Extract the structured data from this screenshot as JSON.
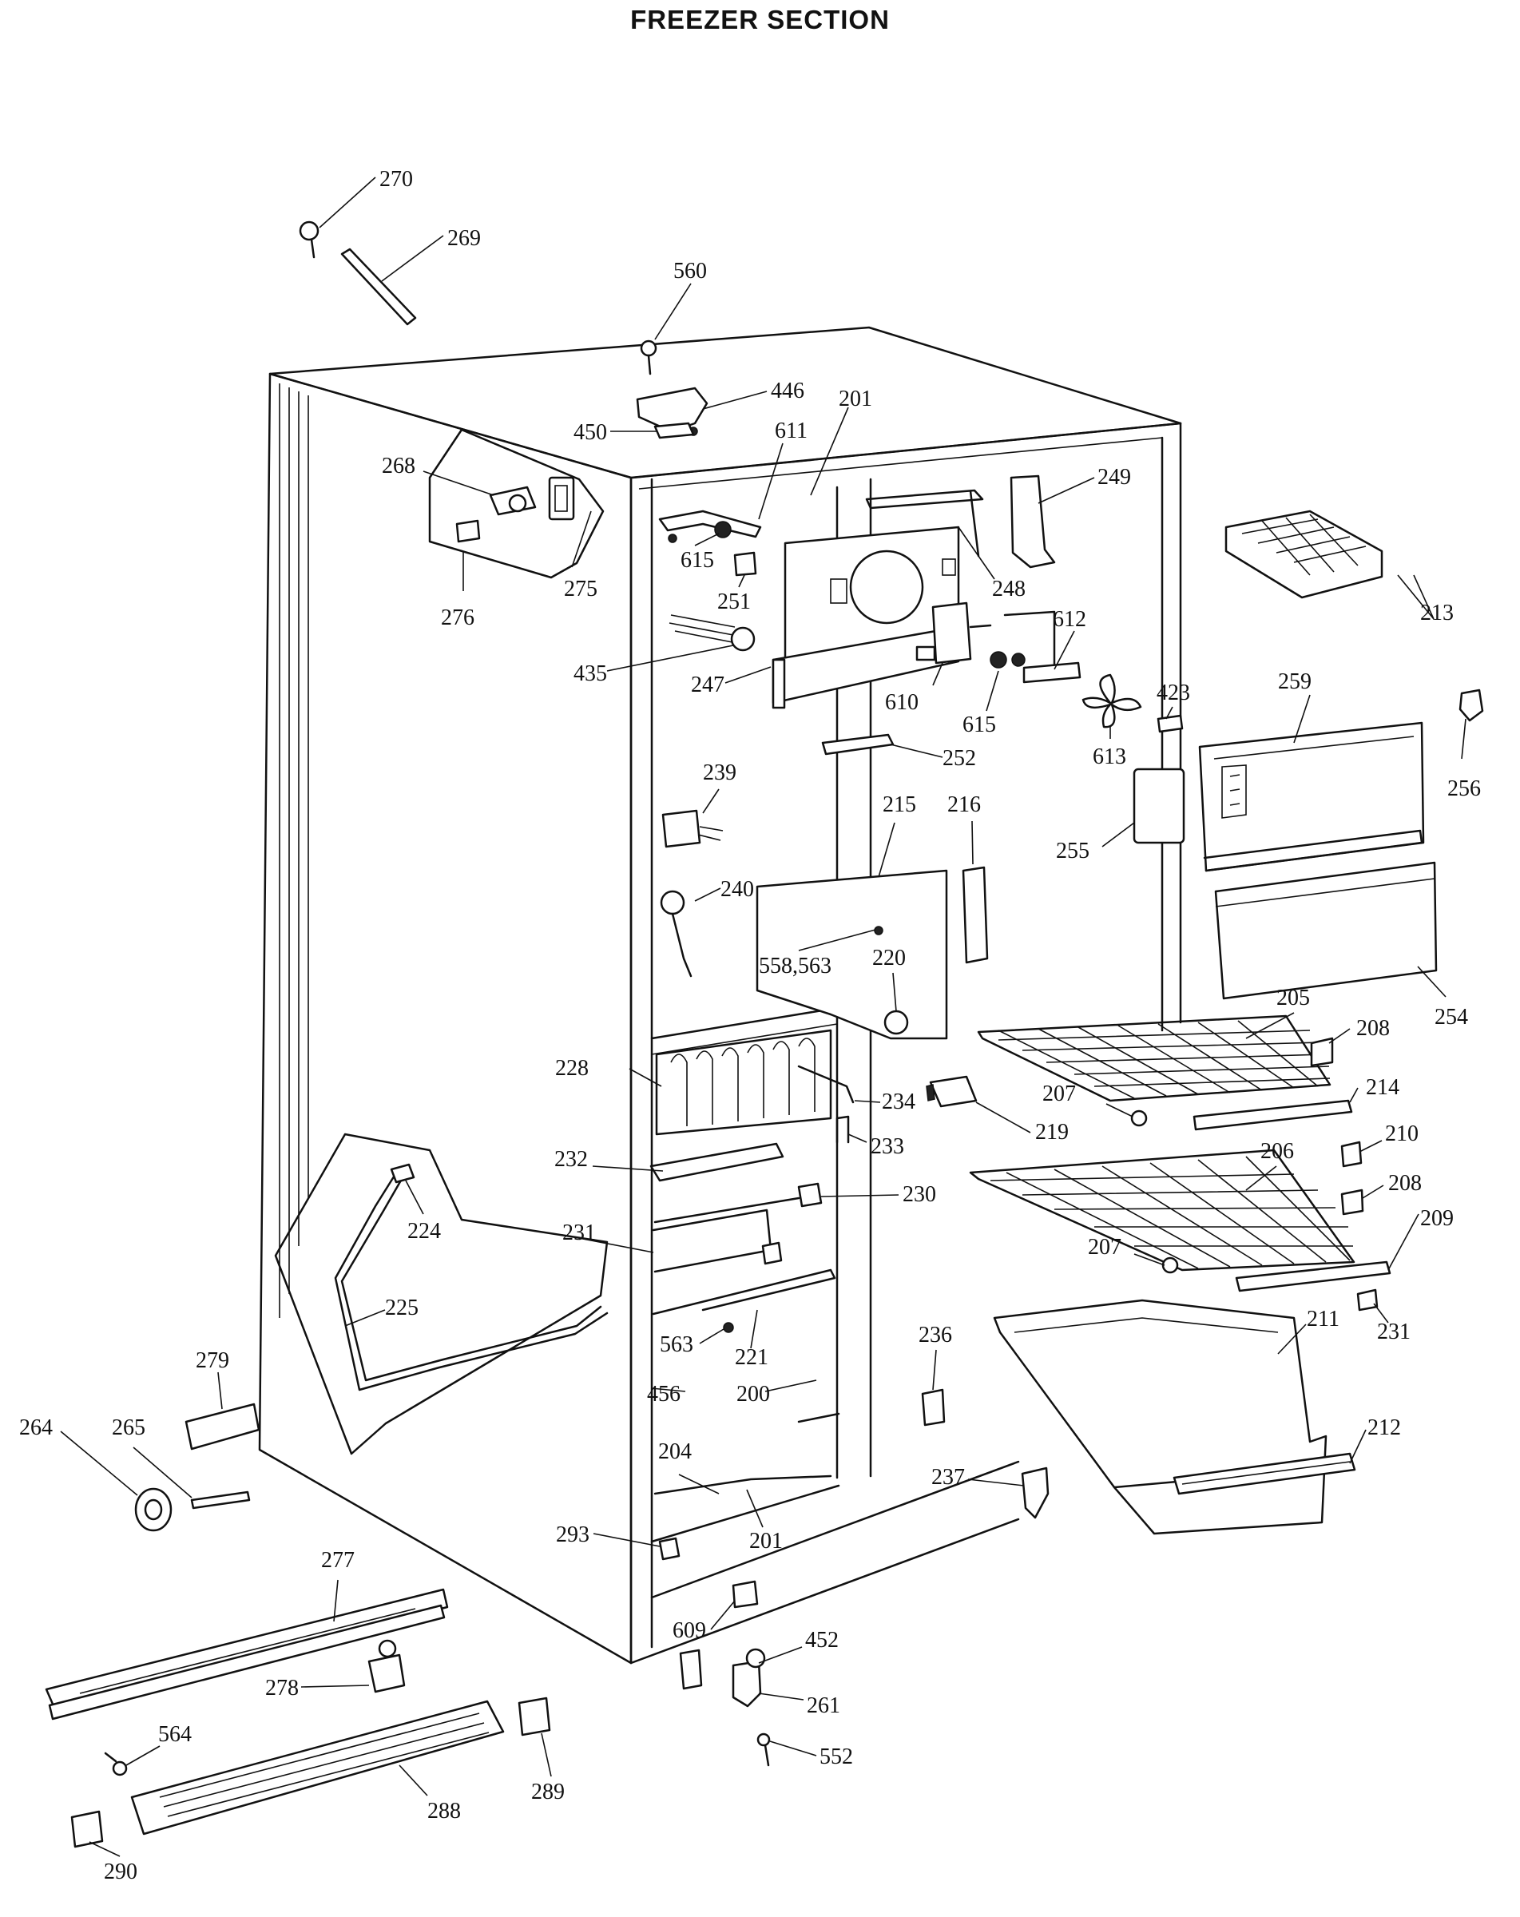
{
  "title": "FREEZER SECTION",
  "callouts": [
    {
      "label": "270"
    },
    {
      "label": "269"
    },
    {
      "label": "560"
    },
    {
      "label": "446"
    },
    {
      "label": "450"
    },
    {
      "label": "611"
    },
    {
      "label": "201"
    },
    {
      "label": "268"
    },
    {
      "label": "249"
    },
    {
      "label": "615"
    },
    {
      "label": "251"
    },
    {
      "label": "248"
    },
    {
      "label": "276"
    },
    {
      "label": "275"
    },
    {
      "label": "435"
    },
    {
      "label": "247"
    },
    {
      "label": "610"
    },
    {
      "label": "612"
    },
    {
      "label": "615"
    },
    {
      "label": "613"
    },
    {
      "label": "423"
    },
    {
      "label": "259"
    },
    {
      "label": "213"
    },
    {
      "label": "256"
    },
    {
      "label": "252"
    },
    {
      "label": "239"
    },
    {
      "label": "215"
    },
    {
      "label": "216"
    },
    {
      "label": "255"
    },
    {
      "label": "240"
    },
    {
      "label": "558,563"
    },
    {
      "label": "220"
    },
    {
      "label": "205"
    },
    {
      "label": "254"
    },
    {
      "label": "208"
    },
    {
      "label": "228"
    },
    {
      "label": "234"
    },
    {
      "label": "207"
    },
    {
      "label": "214"
    },
    {
      "label": "219"
    },
    {
      "label": "233"
    },
    {
      "label": "232"
    },
    {
      "label": "206"
    },
    {
      "label": "210"
    },
    {
      "label": "230"
    },
    {
      "label": "208"
    },
    {
      "label": "224"
    },
    {
      "label": "209"
    },
    {
      "label": "231"
    },
    {
      "label": "207"
    },
    {
      "label": "225"
    },
    {
      "label": "231"
    },
    {
      "label": "236"
    },
    {
      "label": "563"
    },
    {
      "label": "221"
    },
    {
      "label": "211"
    },
    {
      "label": "279"
    },
    {
      "label": "456"
    },
    {
      "label": "200"
    },
    {
      "label": "264"
    },
    {
      "label": "265"
    },
    {
      "label": "212"
    },
    {
      "label": "204"
    },
    {
      "label": "237"
    },
    {
      "label": "201"
    },
    {
      "label": "293"
    },
    {
      "label": "277"
    },
    {
      "label": "609"
    },
    {
      "label": "452"
    },
    {
      "label": "278"
    },
    {
      "label": "261"
    },
    {
      "label": "564"
    },
    {
      "label": "552"
    },
    {
      "label": "289"
    },
    {
      "label": "288"
    },
    {
      "label": "290"
    }
  ]
}
